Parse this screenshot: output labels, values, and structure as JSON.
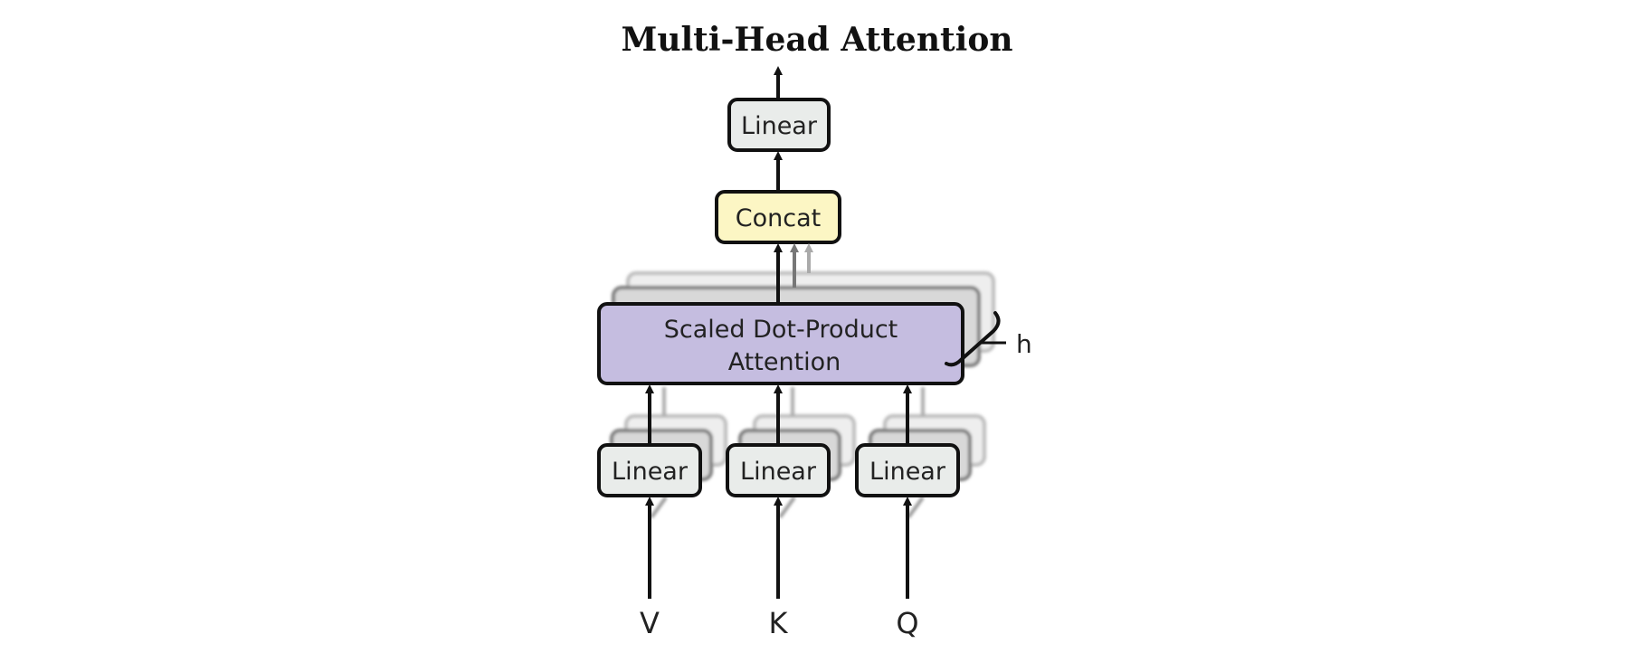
{
  "title": "Multi-Head Attention",
  "output_linear": {
    "label": "Linear"
  },
  "concat": {
    "label": "Concat"
  },
  "attention": {
    "label_line1": "Scaled Dot-Product",
    "label_line2": "Attention"
  },
  "heads_label": "h",
  "projections": [
    {
      "label": "Linear"
    },
    {
      "label": "Linear"
    },
    {
      "label": "Linear"
    }
  ],
  "inputs": [
    "V",
    "K",
    "Q"
  ],
  "colors": {
    "linear_fill": "#e9ecea",
    "concat_fill": "#fcf6c4",
    "attention_fill": "#c5bde0",
    "stroke": "#111111"
  }
}
